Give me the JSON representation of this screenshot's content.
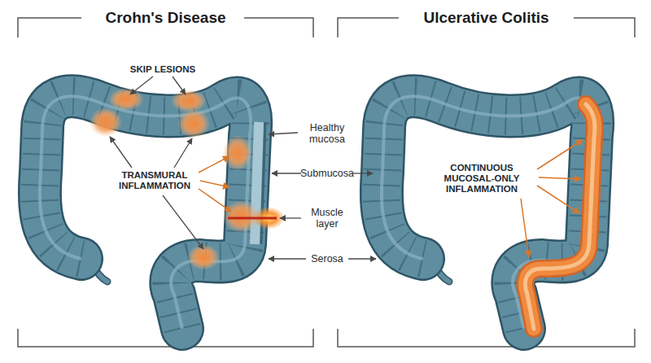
{
  "diagram": {
    "nodes": [
      {
        "text": [
          "Crohn's Disease"
        ]
      },
      {
        "text": [
          "Ulcerative Colitis"
        ]
      }
    ],
    "labels": [
      "SKIP LESIONS",
      "TRANSMURAL INFLAMMATION",
      "Healthy mucosa",
      "Submucosa",
      "Muscle layer",
      "Serosa",
      "CONTINUOUS MUCOSAL-ONLY INFLAMMATION"
    ]
  }
}
